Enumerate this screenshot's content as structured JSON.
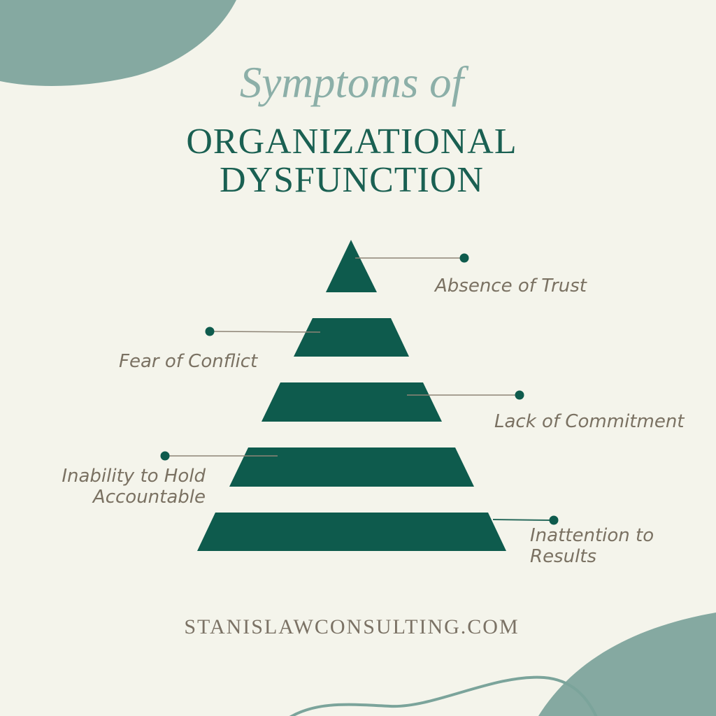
{
  "header": {
    "eyebrow": "Symptoms of",
    "title_line1": "ORGANIZATIONAL",
    "title_line2": "DYSFUNCTION"
  },
  "pyramid": {
    "levels": [
      {
        "rank": 1,
        "label": "Absence of Trust",
        "side": "right"
      },
      {
        "rank": 2,
        "label": "Fear of Conflict",
        "side": "left"
      },
      {
        "rank": 3,
        "label": "Lack of Commitment",
        "side": "right"
      },
      {
        "rank": 4,
        "label": "Inability to Hold Accountable",
        "side": "left"
      },
      {
        "rank": 5,
        "label": "Inattention to Results",
        "side": "right"
      }
    ]
  },
  "footer": {
    "website": "STANISLAWCONSULTING.COM"
  },
  "colors": {
    "background": "#f4f4eb",
    "pyramid_green": "#0e5b4d",
    "title_green": "#1a6052",
    "eyebrow_sage": "#8cafa8",
    "blob_sage": "#85a9a1",
    "wave_sage": "#7ba49b",
    "label_gray": "#7a7162",
    "connector_gray": "#8d8476",
    "connector_teal": "#2a6b5d"
  }
}
